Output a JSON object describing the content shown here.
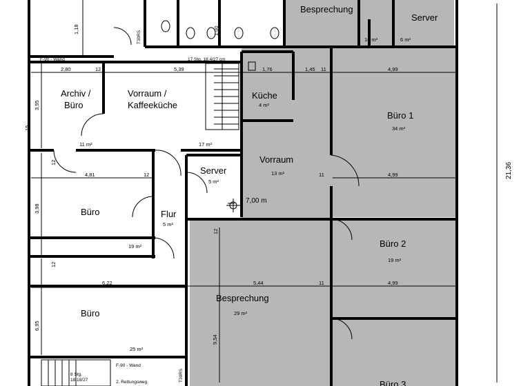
{
  "rooms": {
    "besprechung_top": "Besprechung",
    "server_top": "Server",
    "server_top_area": "6 m²",
    "room_top_area": "18 m²",
    "archiv_1": "Archiv /",
    "archiv_2": "Büro",
    "archiv_area": "11 m²",
    "vorraum_1": "Vorraum /",
    "vorraum_2": "Kaffeeküche",
    "vorraum_area": "17 m²",
    "kueche": "Küche",
    "kueche_area": "4 m²",
    "buero1": "Büro 1",
    "buero1_area": "34 m²",
    "vorraum": "Vorraum",
    "vorraum_small_area": "13 m²",
    "server_mid": "Server",
    "server_mid_area": "5 m²",
    "buero_left": "Büro",
    "buero_left_area": "19 m²",
    "flur": "Flur",
    "flur_area": "5 m²",
    "buero2": "Büro 2",
    "buero2_area": "19 m²",
    "besprechung_main": "Besprechung",
    "besprechung_area": "29 m²",
    "buero_bottom": "Büro",
    "buero_bottom_area": "25 m²",
    "buero3": "Büro 3"
  },
  "dims": {
    "d118": "1,18",
    "d100": "1,00",
    "d280": "2,80",
    "d12a": "12",
    "d539": "5,39",
    "d176": "1,76",
    "d145": "1,45",
    "d11a": "11",
    "d499a": "4,99",
    "d395": "3,95",
    "d15": "15",
    "d481": "4,81",
    "d12b": "12",
    "d499b": "4,99",
    "d11b": "11",
    "d398": "3,98",
    "d700": "7,00 m",
    "d622": "6,22",
    "d544": "5,44",
    "d11c": "11",
    "d499c": "4,99",
    "d954": "9,54",
    "d695": "6,95",
    "d2136": "21,36",
    "d12c": "12",
    "d12d": "12",
    "d12e": "12"
  },
  "notes": {
    "t30_top": "T30RS",
    "t30_bottom": "T30RS",
    "f90_top": "F-90 - Wand",
    "f90_bottom": "F-90 - Wand",
    "stairs_top": "17 Stg. 18,4/27 cm",
    "stairs_bottom_1": "8 Stg.",
    "stairs_bottom_2": "18,18/27",
    "escape": "2. Rettungsweg"
  }
}
